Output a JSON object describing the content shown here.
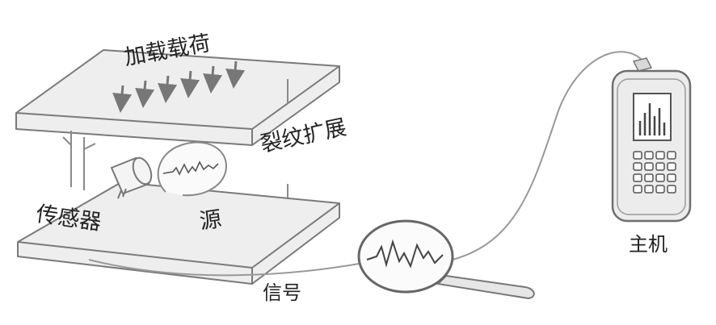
{
  "labels": {
    "load": "加载载荷",
    "crack": "裂纹扩展",
    "sensor": "传感器",
    "source": "源",
    "signal": "信号",
    "host": "主机"
  },
  "icons": [
    "load-arrow-icon",
    "sensor-icon",
    "waveform-icon",
    "magnifier-icon",
    "host-device-icon",
    "bar-chart-icon",
    "keypad-icon"
  ],
  "colors": {
    "stroke": "#7a7a7a",
    "fill": "#ededed",
    "text": "#222222"
  }
}
